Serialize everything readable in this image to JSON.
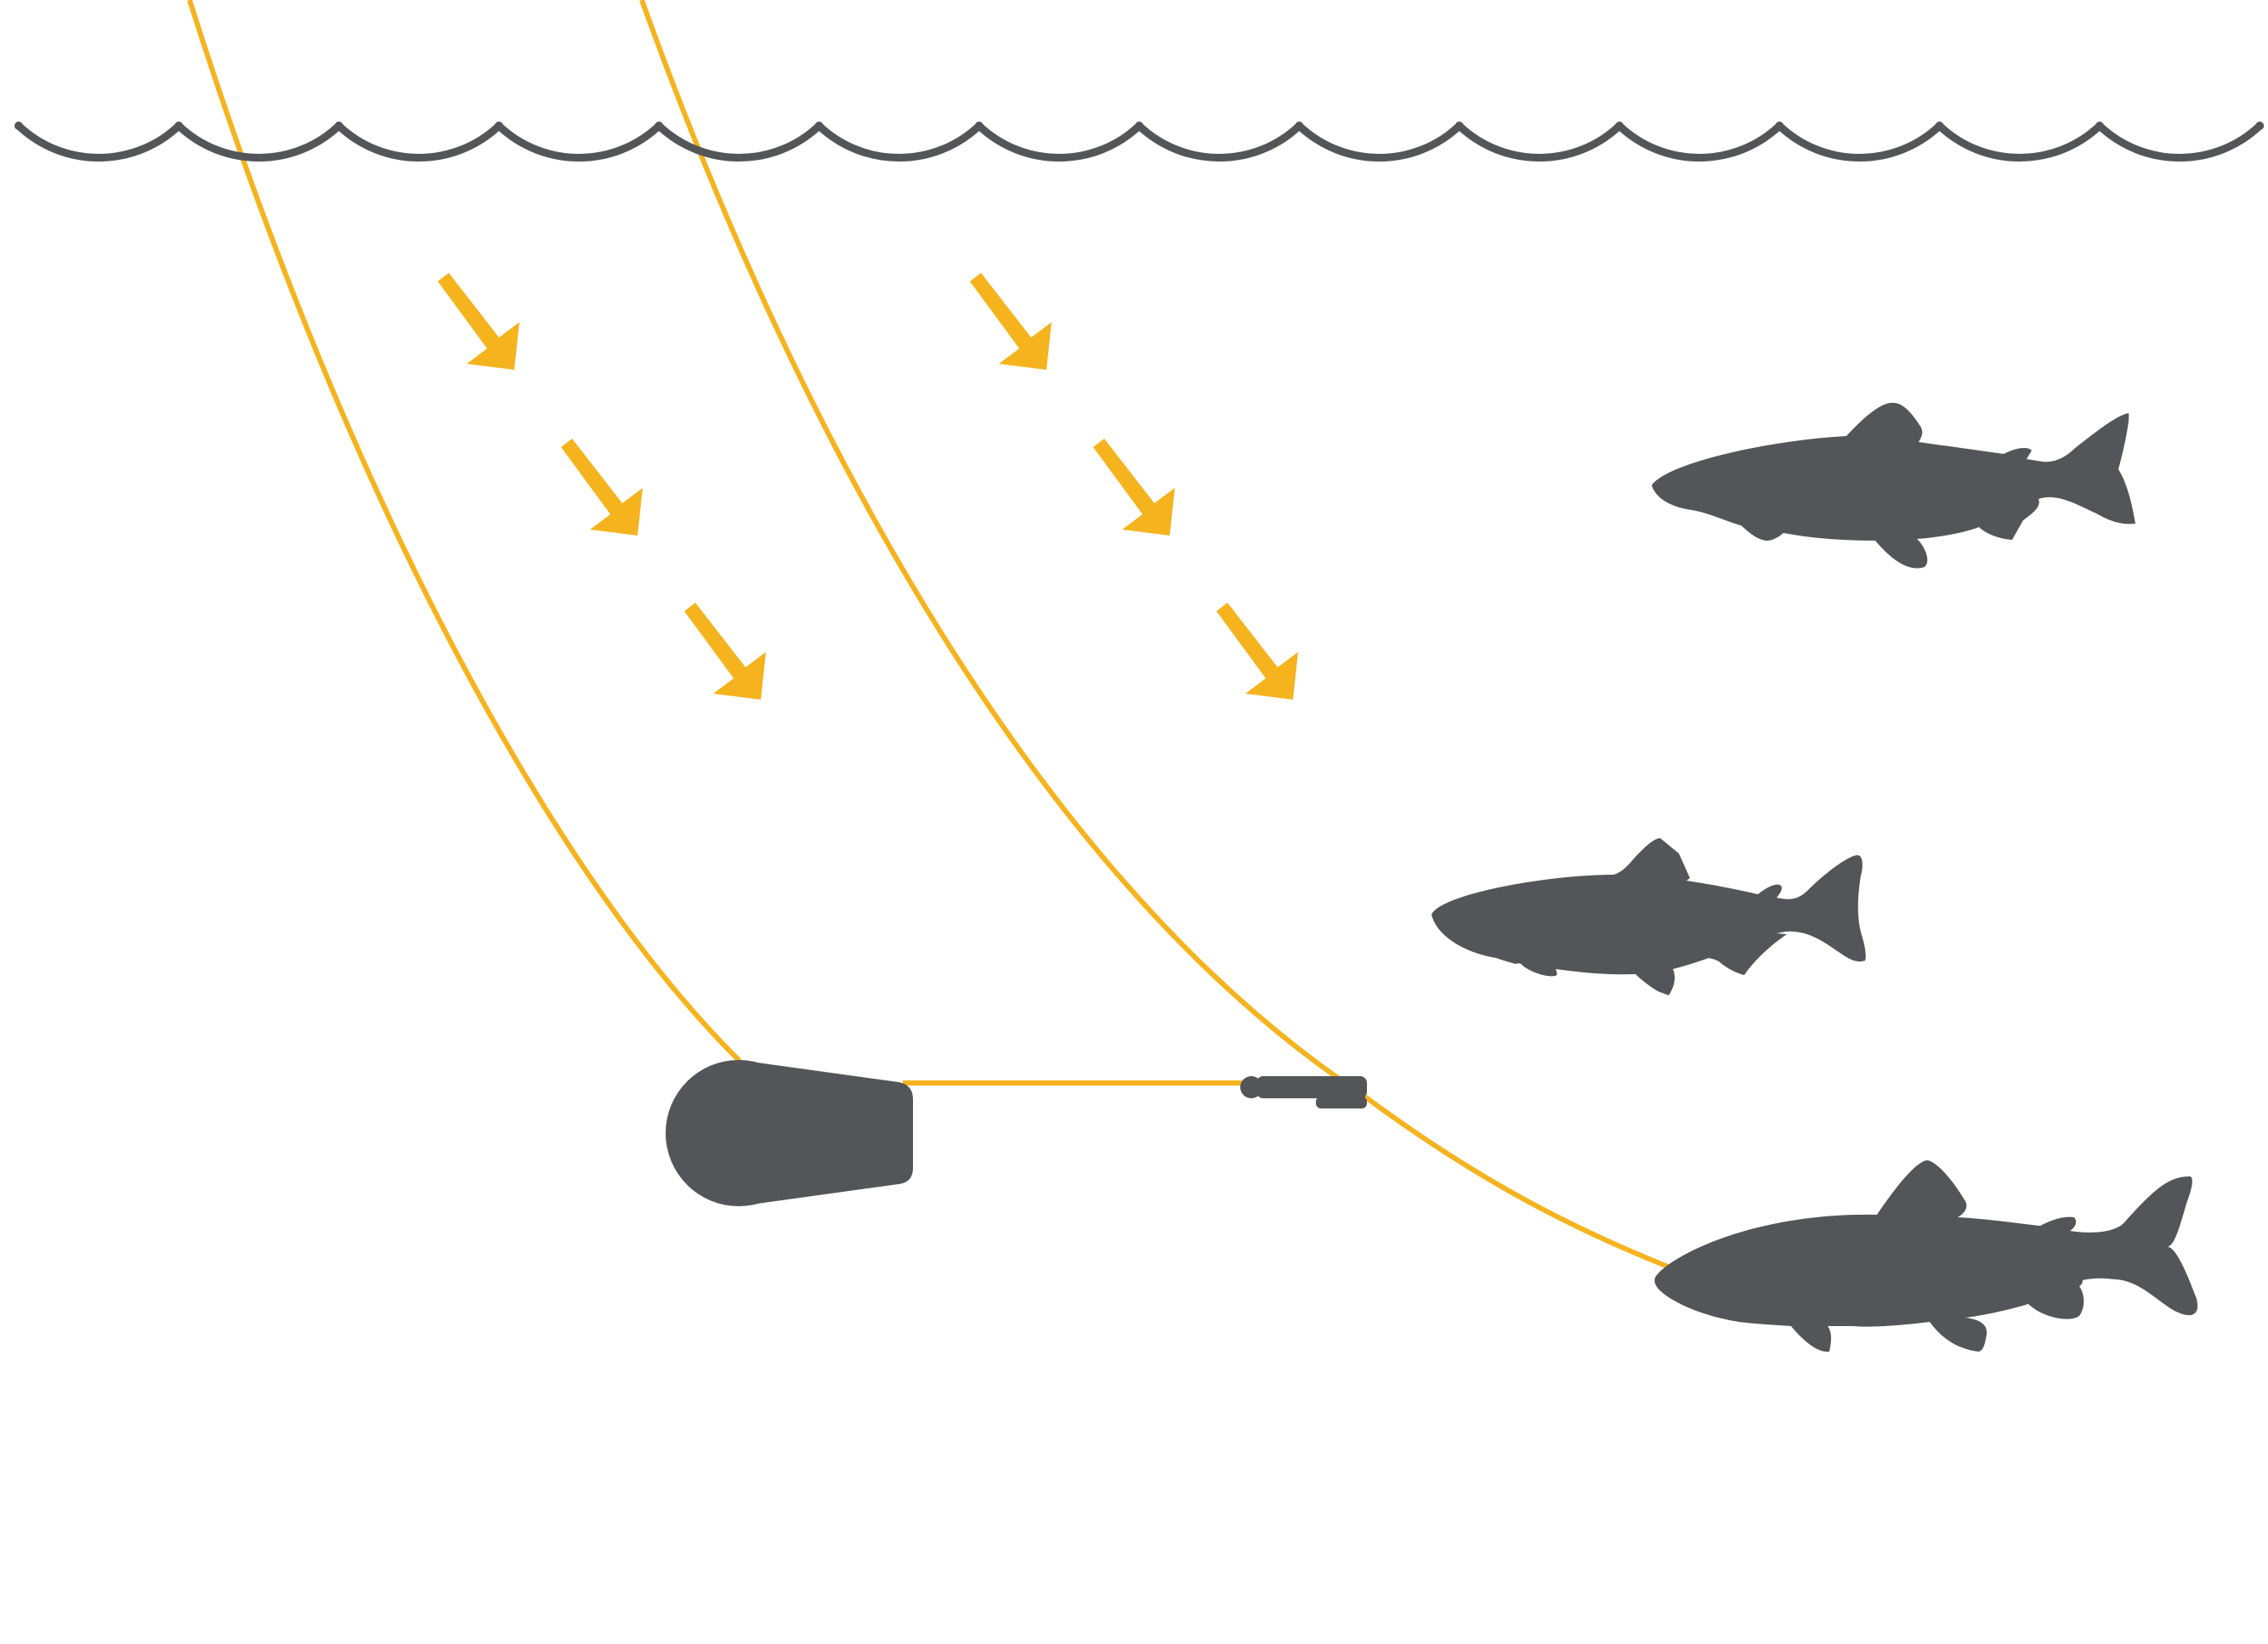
{
  "diagram": {
    "elements": [
      {
        "id": "water-surface",
        "kind": "wave-line"
      },
      {
        "id": "fishing-line-left",
        "kind": "line"
      },
      {
        "id": "fishing-line-right",
        "kind": "line"
      },
      {
        "id": "sinking-arrows",
        "kind": "arrow-group",
        "count": 6
      },
      {
        "id": "sinker-weight",
        "kind": "weight"
      },
      {
        "id": "leader-line",
        "kind": "line"
      },
      {
        "id": "swivel-clip",
        "kind": "swivel"
      },
      {
        "id": "fish-upper",
        "kind": "fish-silhouette"
      },
      {
        "id": "fish-middle",
        "kind": "fish-silhouette"
      },
      {
        "id": "fish-lower",
        "kind": "fish-silhouette"
      }
    ],
    "colors": {
      "line": "#F5B31E",
      "silhouette": "#545559",
      "water": "#545559",
      "background": "#FFFFFF"
    }
  }
}
